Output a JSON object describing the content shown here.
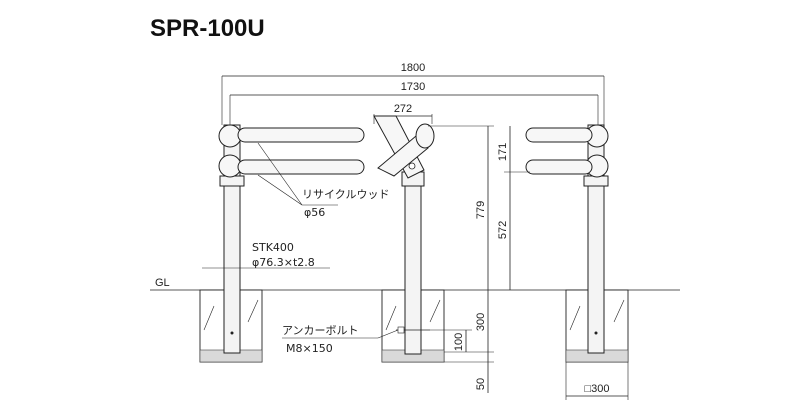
{
  "title": "SPR-100U",
  "dimensions": {
    "overall_width": "1800",
    "rail_width": "1730",
    "center_width": "272",
    "rail_spacing": "171",
    "post_height": "779",
    "pipe_height": "572",
    "embed_depth": "300",
    "anchor_depth": "100",
    "base_thickness": "50",
    "foundation_size": "□300"
  },
  "labels": {
    "ground": "GL",
    "rail_material": "リサイクルウッド",
    "rail_diameter": "φ56",
    "post_material": "STK400",
    "post_spec": "φ76.3×t2.8",
    "anchor_name": "アンカーボルト",
    "anchor_spec": "M8×150"
  }
}
